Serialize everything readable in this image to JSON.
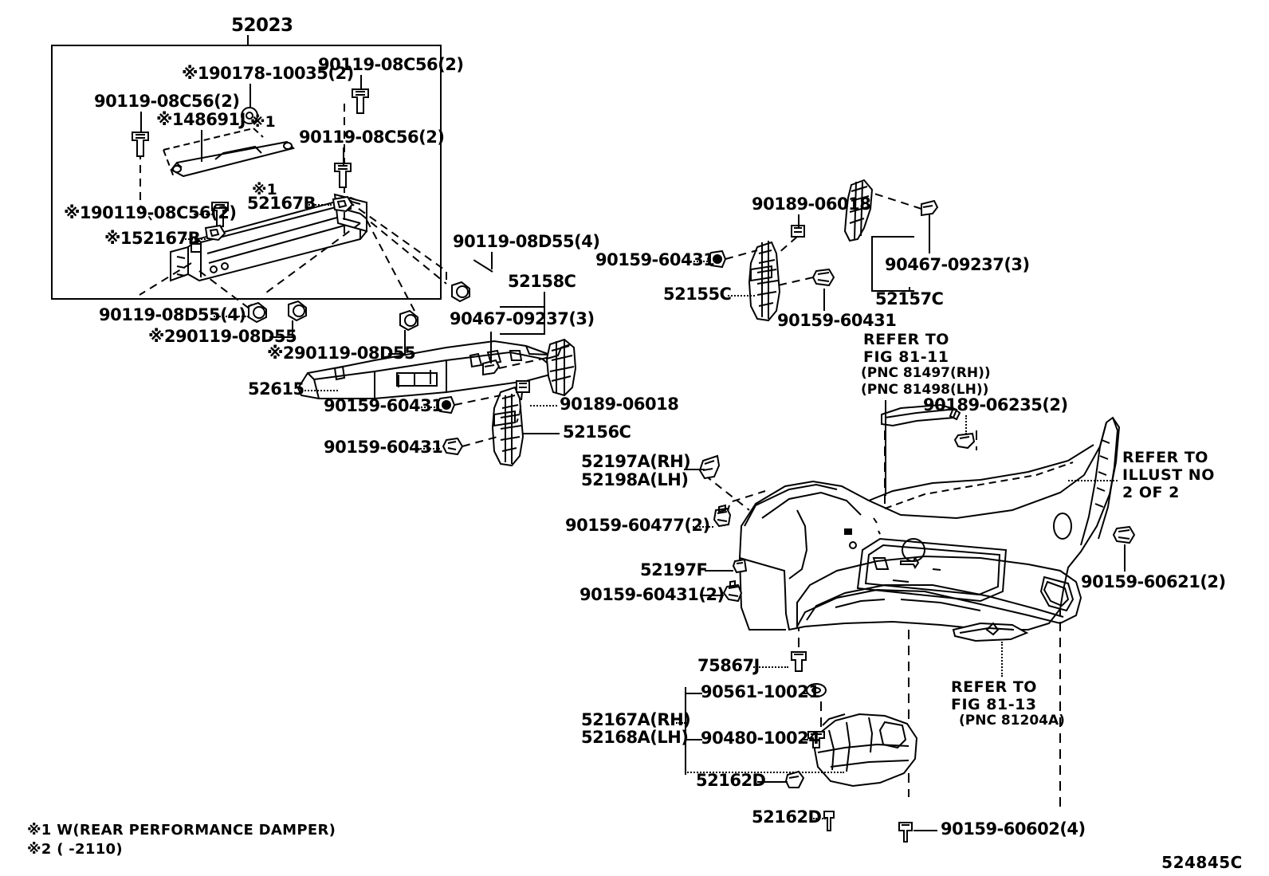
{
  "diagram": {
    "illustration_id": "524845C",
    "inset_title": "52023",
    "notes": [
      "※1 W(REAR PERFORMANCE DAMPER)",
      "※2 (      -2110)"
    ]
  },
  "inset": {
    "labels": {
      "bolt_top_left": "90119-08C56(2)",
      "damper_pin": "※190178-10035(2)",
      "bolt_top_right": "90119-08C56(2)",
      "damper_bar": "※148691J",
      "bolt_mid_right_mark": "※1",
      "bolt_mid_right": "90119-08C56(2)",
      "bolt_left_mark": "※190119-08C56(2)",
      "clip_left_mark": "※152167B",
      "clip_top_mark": "※1",
      "clip_top": "52167B"
    }
  },
  "main": {
    "reinforcement_bolts": {
      "bolt_4x": "90119-08D55(4)",
      "bolt_star2_a": "※290119-08D55",
      "bolt_star2_b": "※290119-08D55",
      "bolt_right": "90119-08D55(4)"
    },
    "absorber": {
      "part_no": "52615"
    },
    "side_retainer_lower": {
      "part_no": "52156C",
      "clip_upper": "90159-60431",
      "clip_lower": "90159-60431",
      "grommet": "90189-06018"
    },
    "bracket_group_52158C": {
      "group_no": "52158C",
      "member": "90467-09237(3)"
    },
    "side_retainer_upper": {
      "part_no": "52155C",
      "clip_left": "90159-60431",
      "clip_lower": "90159-60431",
      "grommet": "90189-06018"
    },
    "bracket_group_52157C": {
      "group_no": "52157C",
      "member": "90467-09237(3)"
    },
    "refer_fig_81_11": {
      "line1": "REFER TO",
      "line2": "FIG 81-11",
      "pnc_rh": "(PNC 81497(RH))",
      "pnc_lh": "(PNC 81498(LH))"
    },
    "refer_illust_2of2": {
      "line1": "REFER TO",
      "line2": "ILLUST NO",
      "line3": "2 OF 2"
    },
    "refer_fig_81_13": {
      "line1": "REFER TO",
      "line2": "FIG 81-13",
      "pnc": "(PNC 81204A)"
    },
    "cover_fasteners": {
      "screw_top": "90189-06235(2)",
      "clip_right": "90159-60621(2)",
      "clip_bottom": "75867J",
      "clip_bottom_4x": "90159-60602(4)"
    },
    "side_seal": {
      "part_rh": "52197A(RH)",
      "part_lh": "52198A(LH)",
      "clip": "90159-60477(2)",
      "retainer": "52197F",
      "clip2": "90159-60431(2)"
    },
    "lower_cover_group": {
      "part_rh": "52167A(RH)",
      "part_lh": "52168A(LH)",
      "member1": "90561-10021",
      "member2": "90480-10024",
      "member3": "52162D",
      "clip_bottom": "52162D"
    }
  }
}
